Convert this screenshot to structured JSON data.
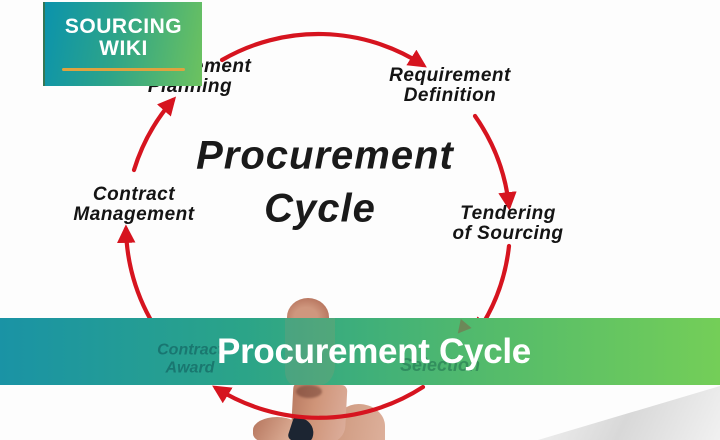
{
  "badge": {
    "line1": "SOURCING",
    "line2": "WIKI"
  },
  "banner": {
    "title": "Procurement Cycle"
  },
  "diagram": {
    "title_line1": "Procurement",
    "title_line2": "Cycle",
    "stages": {
      "planning": {
        "line1": "Procurement",
        "line2": "Planning"
      },
      "requirement": {
        "line1": "Requirement",
        "line2": "Definition"
      },
      "tendering": {
        "line1": "Tendering",
        "line2": "of Sourcing"
      },
      "contract_management": {
        "line1": "Contract",
        "line2": "Management"
      },
      "contract_award": {
        "line1": "Contract",
        "line2": "Award"
      },
      "selection": {
        "line1": "Selection"
      }
    }
  },
  "colors": {
    "arc_red": "#d6141f",
    "badge_gradient_start": "#0b93ac",
    "badge_gradient_end": "#6dc25f",
    "badge_underline": "#dfa33f",
    "banner_gradient_start": "#1a93a5",
    "banner_gradient_end": "#74ce58",
    "label_text": "#141414",
    "banner_text": "#ffffff"
  }
}
